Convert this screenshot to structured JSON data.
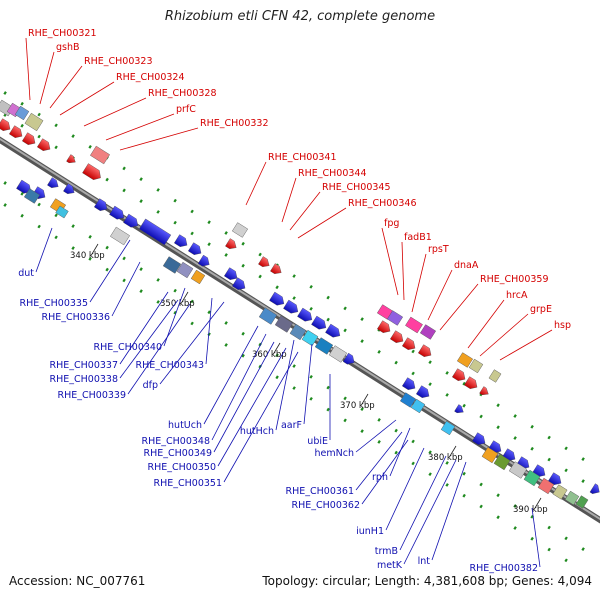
{
  "title": "Rhizobium etli CFN 42, complete genome",
  "accession_label": "Accession: NC_007761",
  "topology_label": "Topology: circular; Length: 4,381,608 bp; Genes: 4,094",
  "colors": {
    "top_strand_label": "#d40000",
    "bottom_strand_label": "#1010b0",
    "top_strand_gene": "#ee1111",
    "bottom_strand_gene": "#1a1ad8",
    "backbone": "#7a7a7a",
    "tick": "#1f8a1f"
  },
  "scale_labels": [
    "340 kbp",
    "350 kbp",
    "360 kbp",
    "370 kbp",
    "380 kbp",
    "390 kbp"
  ],
  "top_genes": [
    "RHE_CH00321",
    "gshB",
    "RHE_CH00323",
    "RHE_CH00324",
    "RHE_CH00328",
    "prfC",
    "RHE_CH00332",
    "RHE_CH00341",
    "RHE_CH00344",
    "RHE_CH00345",
    "RHE_CH00346",
    "fpg",
    "fadB1",
    "rpsT",
    "dnaA",
    "RHE_CH00359",
    "hrcA",
    "grpE",
    "hsp"
  ],
  "bottom_genes": [
    "dut",
    "RHE_CH00335",
    "RHE_CH00336",
    "RHE_CH00340",
    "RHE_CH00337",
    "RHE_CH00343",
    "RHE_CH00338",
    "dfp",
    "RHE_CH00339",
    "hutUch",
    "RHE_CH00348",
    "hutHch",
    "aarF",
    "ubiE",
    "RHE_CH00349",
    "hemNch",
    "RHE_CH00350",
    "RHE_CH00351",
    "rph",
    "RHE_CH00361",
    "RHE_CH00362",
    "iunH1",
    "trmB",
    "metK",
    "lnt",
    "RHE_CH00382"
  ]
}
